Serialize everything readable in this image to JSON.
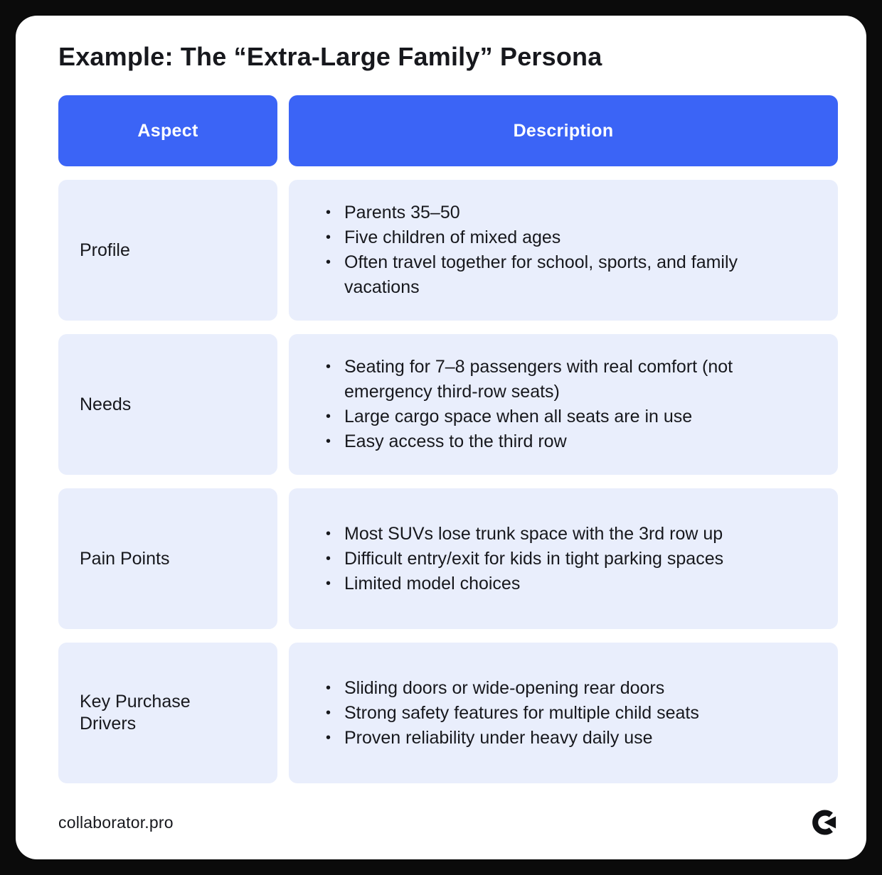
{
  "page": {
    "title": "Example: The “Extra-Large Family” Persona",
    "footer": {
      "site": "collaborator.pro"
    }
  },
  "colors": {
    "accent": "#3b64f6",
    "row_background": "#e9eefc",
    "header_text": "#ffffff",
    "body_text": "#17181d",
    "frame": "#0b0b0b"
  },
  "table": {
    "headers": [
      "Aspect",
      "Description"
    ],
    "rows": [
      {
        "aspect": "Profile",
        "bullets": [
          "Parents 35–50",
          "Five children of mixed ages",
          "Often travel together for school, sports, and family vacations"
        ]
      },
      {
        "aspect": "Needs",
        "bullets": [
          "Seating for 7–8 passengers with real comfort (not emergency third-row seats)",
          "Large cargo space when all seats are in use",
          "Easy access to the third row"
        ]
      },
      {
        "aspect": "Pain Points",
        "bullets": [
          "Most SUVs lose trunk space with the 3rd row up",
          "Difficult entry/exit for kids in tight parking spaces",
          "Limited model choices"
        ]
      },
      {
        "aspect": "Key Purchase Drivers",
        "bullets": [
          "Sliding doors or wide-opening rear doors",
          "Strong safety features for multiple child seats",
          "Proven reliability under heavy daily use"
        ]
      }
    ]
  }
}
